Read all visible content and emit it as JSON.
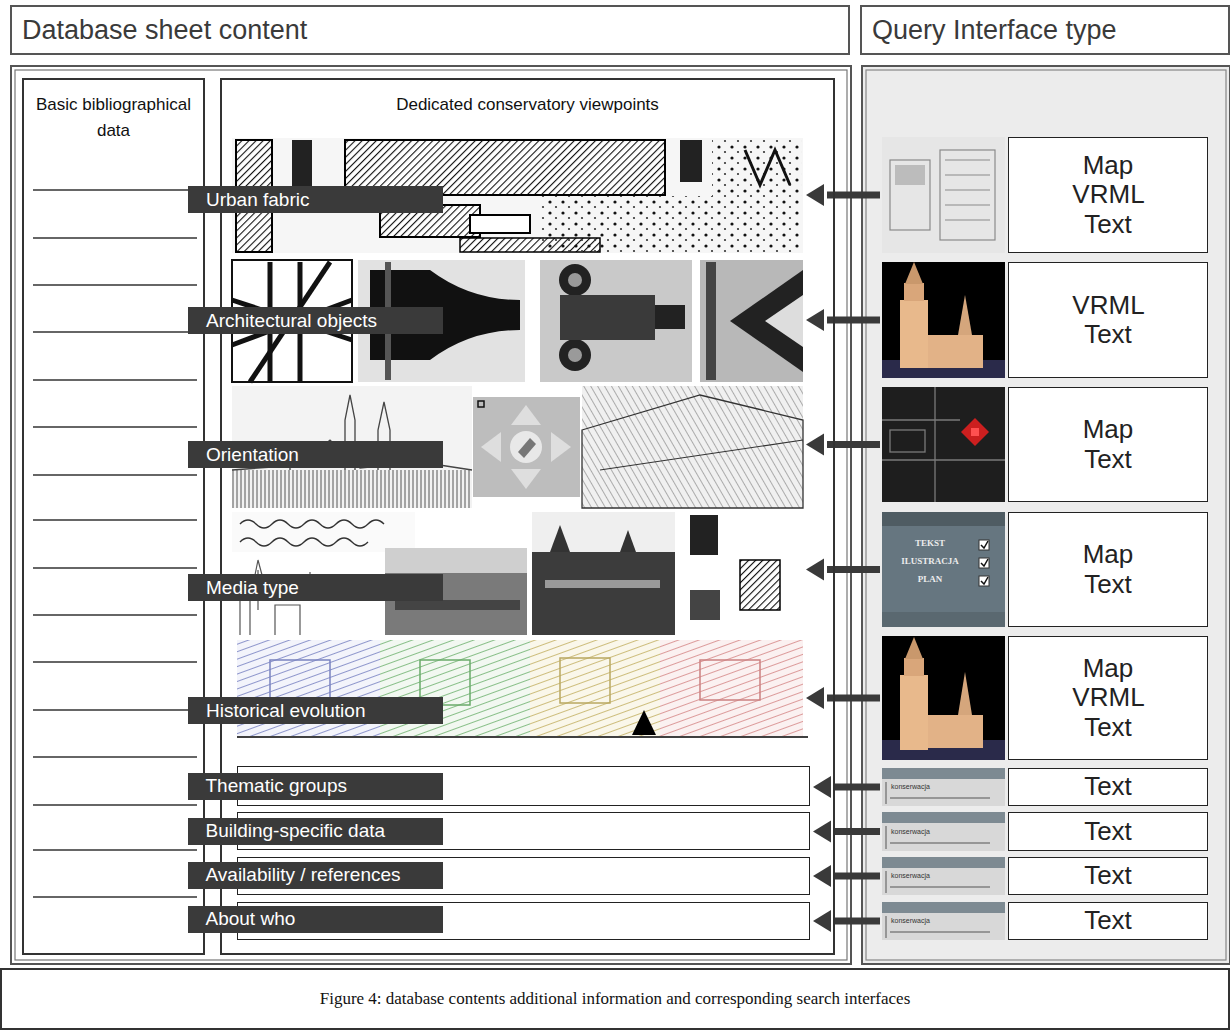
{
  "diagram": {
    "caption": "Figure 4: database contents additional information and corresponding search interfaces",
    "nodes": [
      {
        "text": [
          "Database sheet content"
        ]
      },
      {
        "text": [
          "Query Interface type"
        ]
      },
      {
        "text": [
          "Basic bibliographical data"
        ]
      },
      {
        "text": [
          "Dedicated conservatory viewpoints"
        ]
      },
      {
        "text": [
          "Urban fabric"
        ],
        "in": 3
      },
      {
        "text": [
          "Architectural objects"
        ],
        "in": 3
      },
      {
        "text": [
          "Orientation"
        ],
        "in": 3
      },
      {
        "text": [
          "Media type"
        ],
        "in": 3
      },
      {
        "text": [
          "Historical evolution"
        ],
        "in": 3
      },
      {
        "text": [
          "Thematic groups"
        ],
        "in": 3
      },
      {
        "text": [
          "Building-specific data"
        ],
        "in": 3
      },
      {
        "text": [
          "Availability / references"
        ],
        "in": 3
      },
      {
        "text": [
          "About who"
        ],
        "in": 3
      },
      {
        "text": [
          "Map VRML Text"
        ]
      },
      {
        "text": [
          "VRML Text"
        ]
      },
      {
        "text": [
          "Map Text"
        ]
      },
      {
        "text": [
          "Map Text"
        ]
      },
      {
        "text": [
          "Map VRML Text"
        ]
      },
      {
        "text": [
          "Text"
        ]
      },
      {
        "text": [
          "Text"
        ]
      },
      {
        "text": [
          "Text"
        ]
      },
      {
        "text": [
          "Text"
        ]
      }
    ],
    "edges": [
      {
        "from": 13,
        "to": 4,
        "arrow": "to"
      },
      {
        "from": 14,
        "to": 5,
        "arrow": "to"
      },
      {
        "from": 15,
        "to": 6,
        "arrow": "to"
      },
      {
        "from": 16,
        "to": 7,
        "arrow": "to"
      },
      {
        "from": 17,
        "to": 8,
        "arrow": "to"
      },
      {
        "from": 18,
        "to": 9,
        "arrow": "to"
      },
      {
        "from": 19,
        "to": 10,
        "arrow": "to"
      },
      {
        "from": 20,
        "to": 11,
        "arrow": "to"
      },
      {
        "from": 21,
        "to": 12,
        "arrow": "to"
      }
    ],
    "labels": [
      "TEKST",
      "ILUSTRACJA",
      "PLAN",
      "konserwacja",
      "konserwacja",
      "konserwacja",
      "konserwacja"
    ]
  }
}
